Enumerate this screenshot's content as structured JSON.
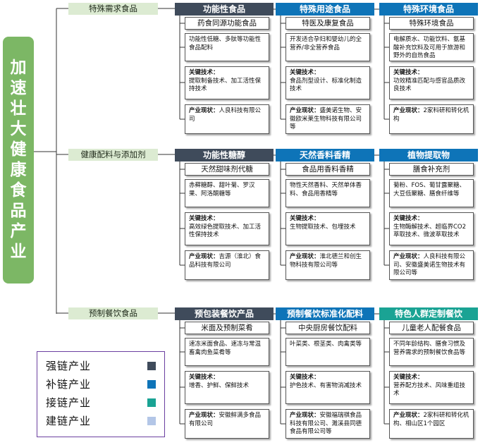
{
  "root_label": "加速壮大健康食品产业",
  "colors": {
    "strong": "#3f4b5b",
    "supplement": "#0e74b8",
    "connect": "#1aa394",
    "build": "#b3c6e7",
    "root_bg": "#7cb765",
    "branch_bg": "#dcebd2"
  },
  "branches": [
    {
      "label": "特殊需求食品",
      "columns": [
        {
          "head": "功能性食品",
          "type": "strong",
          "sub": "药食同源功能食品",
          "desc": "功能性低糖、多肽等功能性食品配料",
          "tech_title": "关键技术：",
          "tech": "提取制备技术、加工活性保持技术",
          "status_title": "产业现状：",
          "status": "人良科技有限公司"
        },
        {
          "head": "特殊用途食品",
          "type": "supplement",
          "sub": "特医及康复食品",
          "desc": "开发适合孕妇和婴幼儿的全营养/非全营养食品",
          "tech_title": "关键技术：",
          "tech": "食品剂型设计、标准化制造技术",
          "status_title": "产业现状：",
          "status": "盛美诺生物、安徽欧米莱生物科技有限公司等"
        },
        {
          "head": "特殊环境食品",
          "type": "supplement",
          "sub": "特殊环境食品",
          "desc": "电解质水、功能饮料、氨基酸补充饮料及可用于旅游和野外的自热食品",
          "tech_title": "关键技术：",
          "tech": "功效精准匹配与感官品质改良技术",
          "status_title": "产业现状：",
          "status": "2家科研和转化机构"
        }
      ]
    },
    {
      "label": "健康配料与添加剂",
      "columns": [
        {
          "head": "功能性糖醇",
          "type": "strong",
          "sub": "天然甜味剂代糖",
          "desc": "赤藓糖醇、甜叶菊、罗汉果、阿洛酮糖等",
          "tech_title": "关键技术：",
          "tech": "高效绿色提取技术、加工活性保持技术",
          "status_title": "产业现状：",
          "status": "吉源（淮北）食品科技有限公司"
        },
        {
          "head": "天然香料香精",
          "type": "supplement",
          "sub": "食品用香料香精",
          "desc": "物性天然香料、天然单体香料、食品用香精等",
          "tech_title": "关键技术：",
          "tech": "生物提取技术、包埋技术",
          "status_title": "产业现状：",
          "status": "淮北德兰和创生物科技有限公司等"
        },
        {
          "head": "植物提取物",
          "type": "supplement",
          "sub": "膳食补充剂",
          "desc": "菊粉、FOS、葡甘露聚糖、大豆低聚糖、膳食纤维等",
          "tech_title": "关键技术：",
          "tech": "生物酶解技术、超临界CO2萃取技术、微波萃取技术",
          "status_title": "产业现状：",
          "status": "人良科技有限公司、安徽盛美诺生物技术有限公司等"
        }
      ]
    },
    {
      "label": "预制餐饮食品",
      "columns": [
        {
          "head": "预包装餐饮产品",
          "type": "strong",
          "sub": "米面及预制菜肴",
          "desc": "速冻米面食品、速冻与常温畜禽肉鱼菜肴等",
          "tech_title": "关键技术：",
          "tech": "增香、护鲜、保鲜技术",
          "status_title": "产业现状：",
          "status": "安徽鲜满多食品有限公司"
        },
        {
          "head": "预制餐饮标准化配料",
          "type": "supplement",
          "sub": "中央厨房餐饮配料",
          "desc": "叶菜类、根茎类、肉禽类等",
          "tech_title": "关键技术：",
          "tech": "护色技术、有害物消减技术",
          "status_title": "产业现状：",
          "status": "安徽福瑞祺食品科技有限公司、濉溪县同德食品有限公司等"
        },
        {
          "head": "特色人群定制餐饮",
          "type": "connect",
          "sub": "儿童老人配餐食品",
          "desc": "不同年龄结构、膳食习惯及营养需求的预制餐饮食品等",
          "tech_title": "关键技术：",
          "tech": "营养配方技术、风味重组技术",
          "status_title": "产业现状：",
          "status": "2家科研和转化机构、相山区1个园区"
        }
      ]
    }
  ],
  "legend": [
    {
      "label": "强链产业",
      "type": "strong"
    },
    {
      "label": "补链产业",
      "type": "supplement"
    },
    {
      "label": "接链产业",
      "type": "connect"
    },
    {
      "label": "建链产业",
      "type": "build"
    }
  ]
}
